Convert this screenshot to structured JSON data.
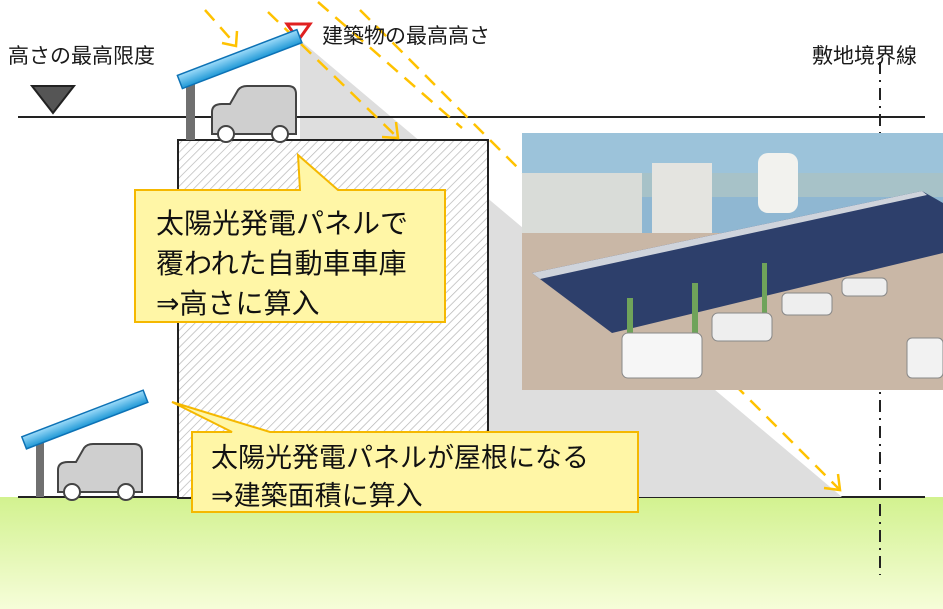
{
  "labels": {
    "max_height_limit": "高さの最高限度",
    "building_max_height": "建築物の最高高さ",
    "site_boundary_line": "敷地境界線"
  },
  "callouts": {
    "garage": {
      "line1": "太陽光発電パネルで",
      "line2": "覆われた自動車車庫",
      "line3": "⇒高さに算入"
    },
    "roof": {
      "line1": "太陽光発電パネルが屋根になる",
      "line2": "⇒建築面積に算入"
    }
  },
  "colors": {
    "ground": "#d6f59a",
    "callout_fill": "#fff6a6",
    "callout_border": "#f5b800",
    "panel": "#2fa8e0",
    "shadow": "#dcdcdc",
    "sun_ray": "#ffc200",
    "height_marker": "#e02020"
  },
  "icons": [
    "sun-ray-arrow",
    "red-triangle-marker",
    "gray-triangle-marker",
    "car-icon",
    "solar-panel"
  ]
}
